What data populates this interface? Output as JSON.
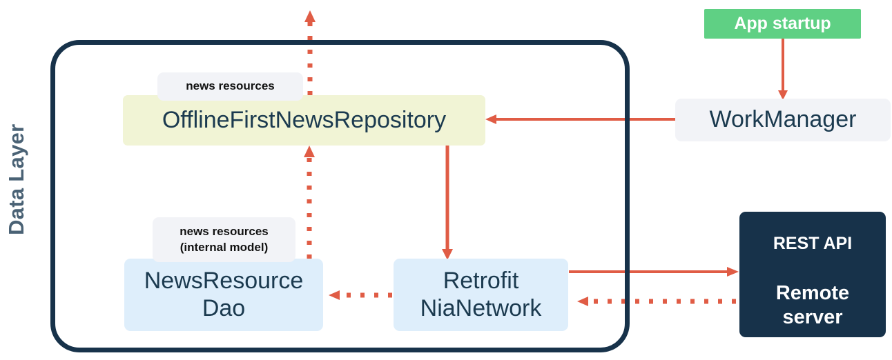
{
  "diagram": {
    "title": "Data Layer",
    "colors": {
      "container_border": "#17324a",
      "repository_fill": "#f1f4d5",
      "db_fill": "#deeefb",
      "network_fill": "#deeefb",
      "workmanager_fill": "#f2f3f7",
      "app_startup_fill": "#5fd084",
      "remote_server_fill": "#17324a",
      "arrow": "#e05c45",
      "label_fill": "#f2f3f7",
      "text_dark": "#1b3a4f",
      "text_light": "#ffffff",
      "layer_label": "#4a6275"
    },
    "container": {
      "label": "Data Layer"
    },
    "nodes": {
      "repository": {
        "label": "OfflineFirstNewsRepository"
      },
      "dao": {
        "line1": "NewsResource",
        "line2": "Dao"
      },
      "retrofit": {
        "line1": "Retrofit",
        "line2": "NiaNetwork"
      },
      "workmanager": {
        "label": "WorkManager"
      },
      "app_startup": {
        "label": "App startup"
      },
      "remote_server": {
        "line1": "REST API",
        "line2": "Remote",
        "line3": "server"
      }
    },
    "edge_labels": {
      "news_resources": {
        "line1": "news resources"
      },
      "news_resources_internal": {
        "line1": "news resources",
        "line2": "(internal model)"
      }
    },
    "edges": [
      {
        "name": "repository-emits-news-resources-up",
        "from": "OfflineFirstNewsRepository",
        "to": "outside-top",
        "style": "dotted",
        "direction": "up",
        "label": "news resources"
      },
      {
        "name": "dao-to-repository",
        "from": "NewsResourceDao",
        "to": "OfflineFirstNewsRepository",
        "style": "dotted",
        "direction": "up",
        "label": "news resources (internal model)"
      },
      {
        "name": "workmanager-to-repository",
        "from": "WorkManager",
        "to": "OfflineFirstNewsRepository",
        "style": "solid",
        "direction": "left"
      },
      {
        "name": "app-startup-to-workmanager",
        "from": "App startup",
        "to": "WorkManager",
        "style": "solid",
        "direction": "down"
      },
      {
        "name": "repository-to-retrofit",
        "from": "OfflineFirstNewsRepository",
        "to": "RetrofitNiaNetwork",
        "style": "solid",
        "direction": "down"
      },
      {
        "name": "retrofit-to-dao",
        "from": "RetrofitNiaNetwork",
        "to": "NewsResourceDao",
        "style": "dotted",
        "direction": "left"
      },
      {
        "name": "retrofit-to-remote-server",
        "from": "RetrofitNiaNetwork",
        "to": "Remote server",
        "style": "solid",
        "direction": "right"
      },
      {
        "name": "remote-server-to-retrofit",
        "from": "Remote server",
        "to": "RetrofitNiaNetwork",
        "style": "dotted",
        "direction": "left"
      }
    ]
  }
}
